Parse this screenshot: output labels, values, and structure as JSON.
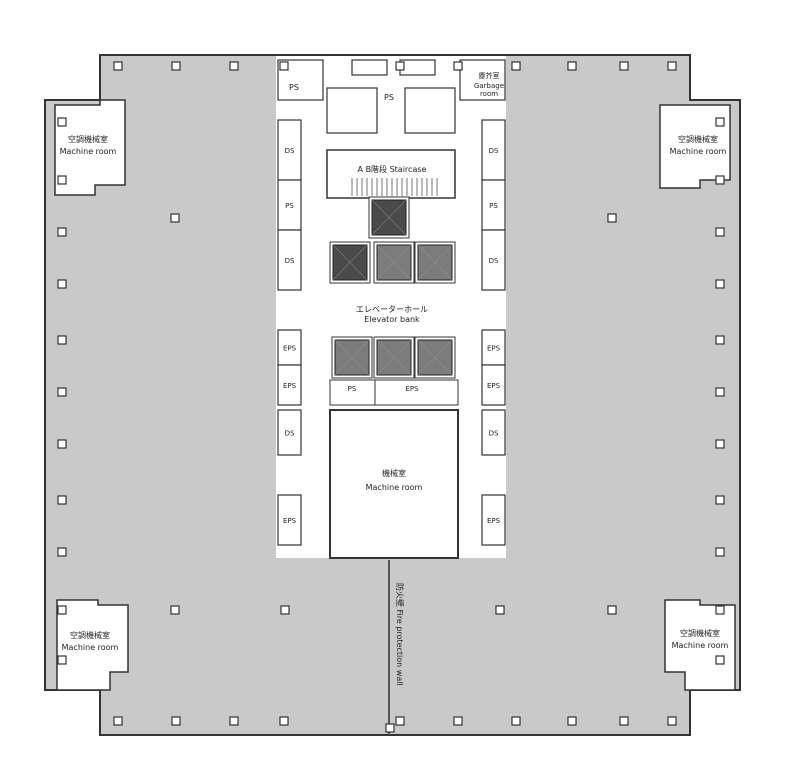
{
  "colors": {
    "floor": "#c9c9c9",
    "core": "#ffffff",
    "wall": "#333333",
    "elevator_dark": "#4a4a4a",
    "elevator_mid": "#7c7c7c"
  },
  "labels": {
    "machine_room_tl_jp": "空調機械室",
    "machine_room_tl_en": "Machine room",
    "machine_room_tr_jp": "空調機械室",
    "machine_room_tr_en": "Machine room",
    "machine_room_bl_jp": "空調機械室",
    "machine_room_bl_en": "Machine room",
    "machine_room_br_jp": "空調機械室",
    "machine_room_br_en": "Machine room",
    "machine_room_center_jp": "機械室",
    "machine_room_center_en": "Machine room",
    "garbage_jp": "塵芥室",
    "garbage_en1": "Garbage",
    "garbage_en2": "room",
    "staircase": "A B階段 Staircase",
    "elevator_hall_jp": "エレベーターホール",
    "elevator_hall_en": "Elevator bank",
    "fire_wall": "防火壁 Fire protection wall",
    "ps": "PS",
    "ds": "DS",
    "eps": "EPS"
  }
}
